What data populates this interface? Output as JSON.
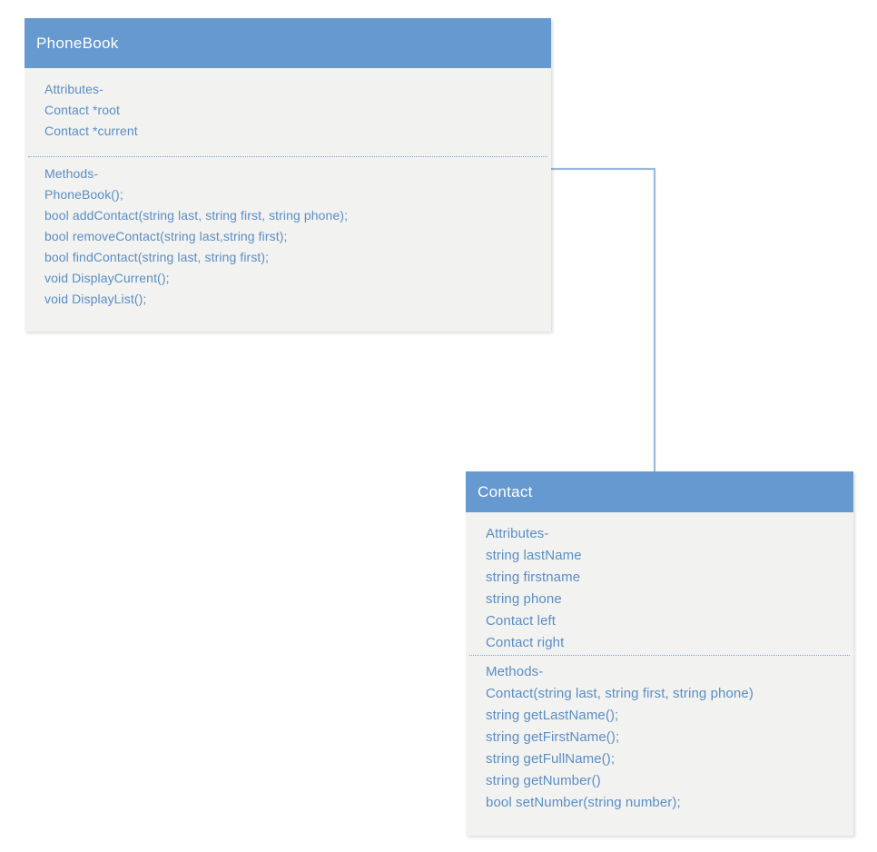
{
  "diagram": {
    "type": "uml-class-diagram",
    "colors": {
      "header_fill": "#6699cf",
      "body_fill": "#f2f2f1",
      "member_text": "#5b8ec4",
      "title_text": "#ffffff",
      "connector": "#9bb9dd",
      "divider": "#7ba4d4"
    }
  },
  "classes": [
    {
      "id": "phonebook",
      "name": "PhoneBook",
      "attributes_label": "Attributes-",
      "attributes": [
        "Contact *root",
        "Contact *current"
      ],
      "methods_label": "Methods-",
      "methods": [
        "PhoneBook();",
        "bool addContact(string last, string first, string phone);",
        "bool removeContact(string last,string first);",
        "bool findContact(string last, string first);",
        "void DisplayCurrent();",
        "void DisplayList();"
      ]
    },
    {
      "id": "contact",
      "name": "Contact",
      "attributes_label": "Attributes-",
      "attributes": [
        "string lastName",
        "string firstname",
        "string phone",
        "Contact left",
        "Contact right"
      ],
      "methods_label": "Methods-",
      "methods": [
        "Contact(string last, string first, string phone)",
        "string getLastName();",
        "string getFirstName();",
        "string getFullName();",
        "string getNumber()",
        "bool setNumber(string number);"
      ]
    }
  ],
  "connectors": [
    {
      "id": "phonebook-to-contact",
      "from": "phonebook",
      "to": "contact",
      "style": "orthogonal"
    }
  ]
}
